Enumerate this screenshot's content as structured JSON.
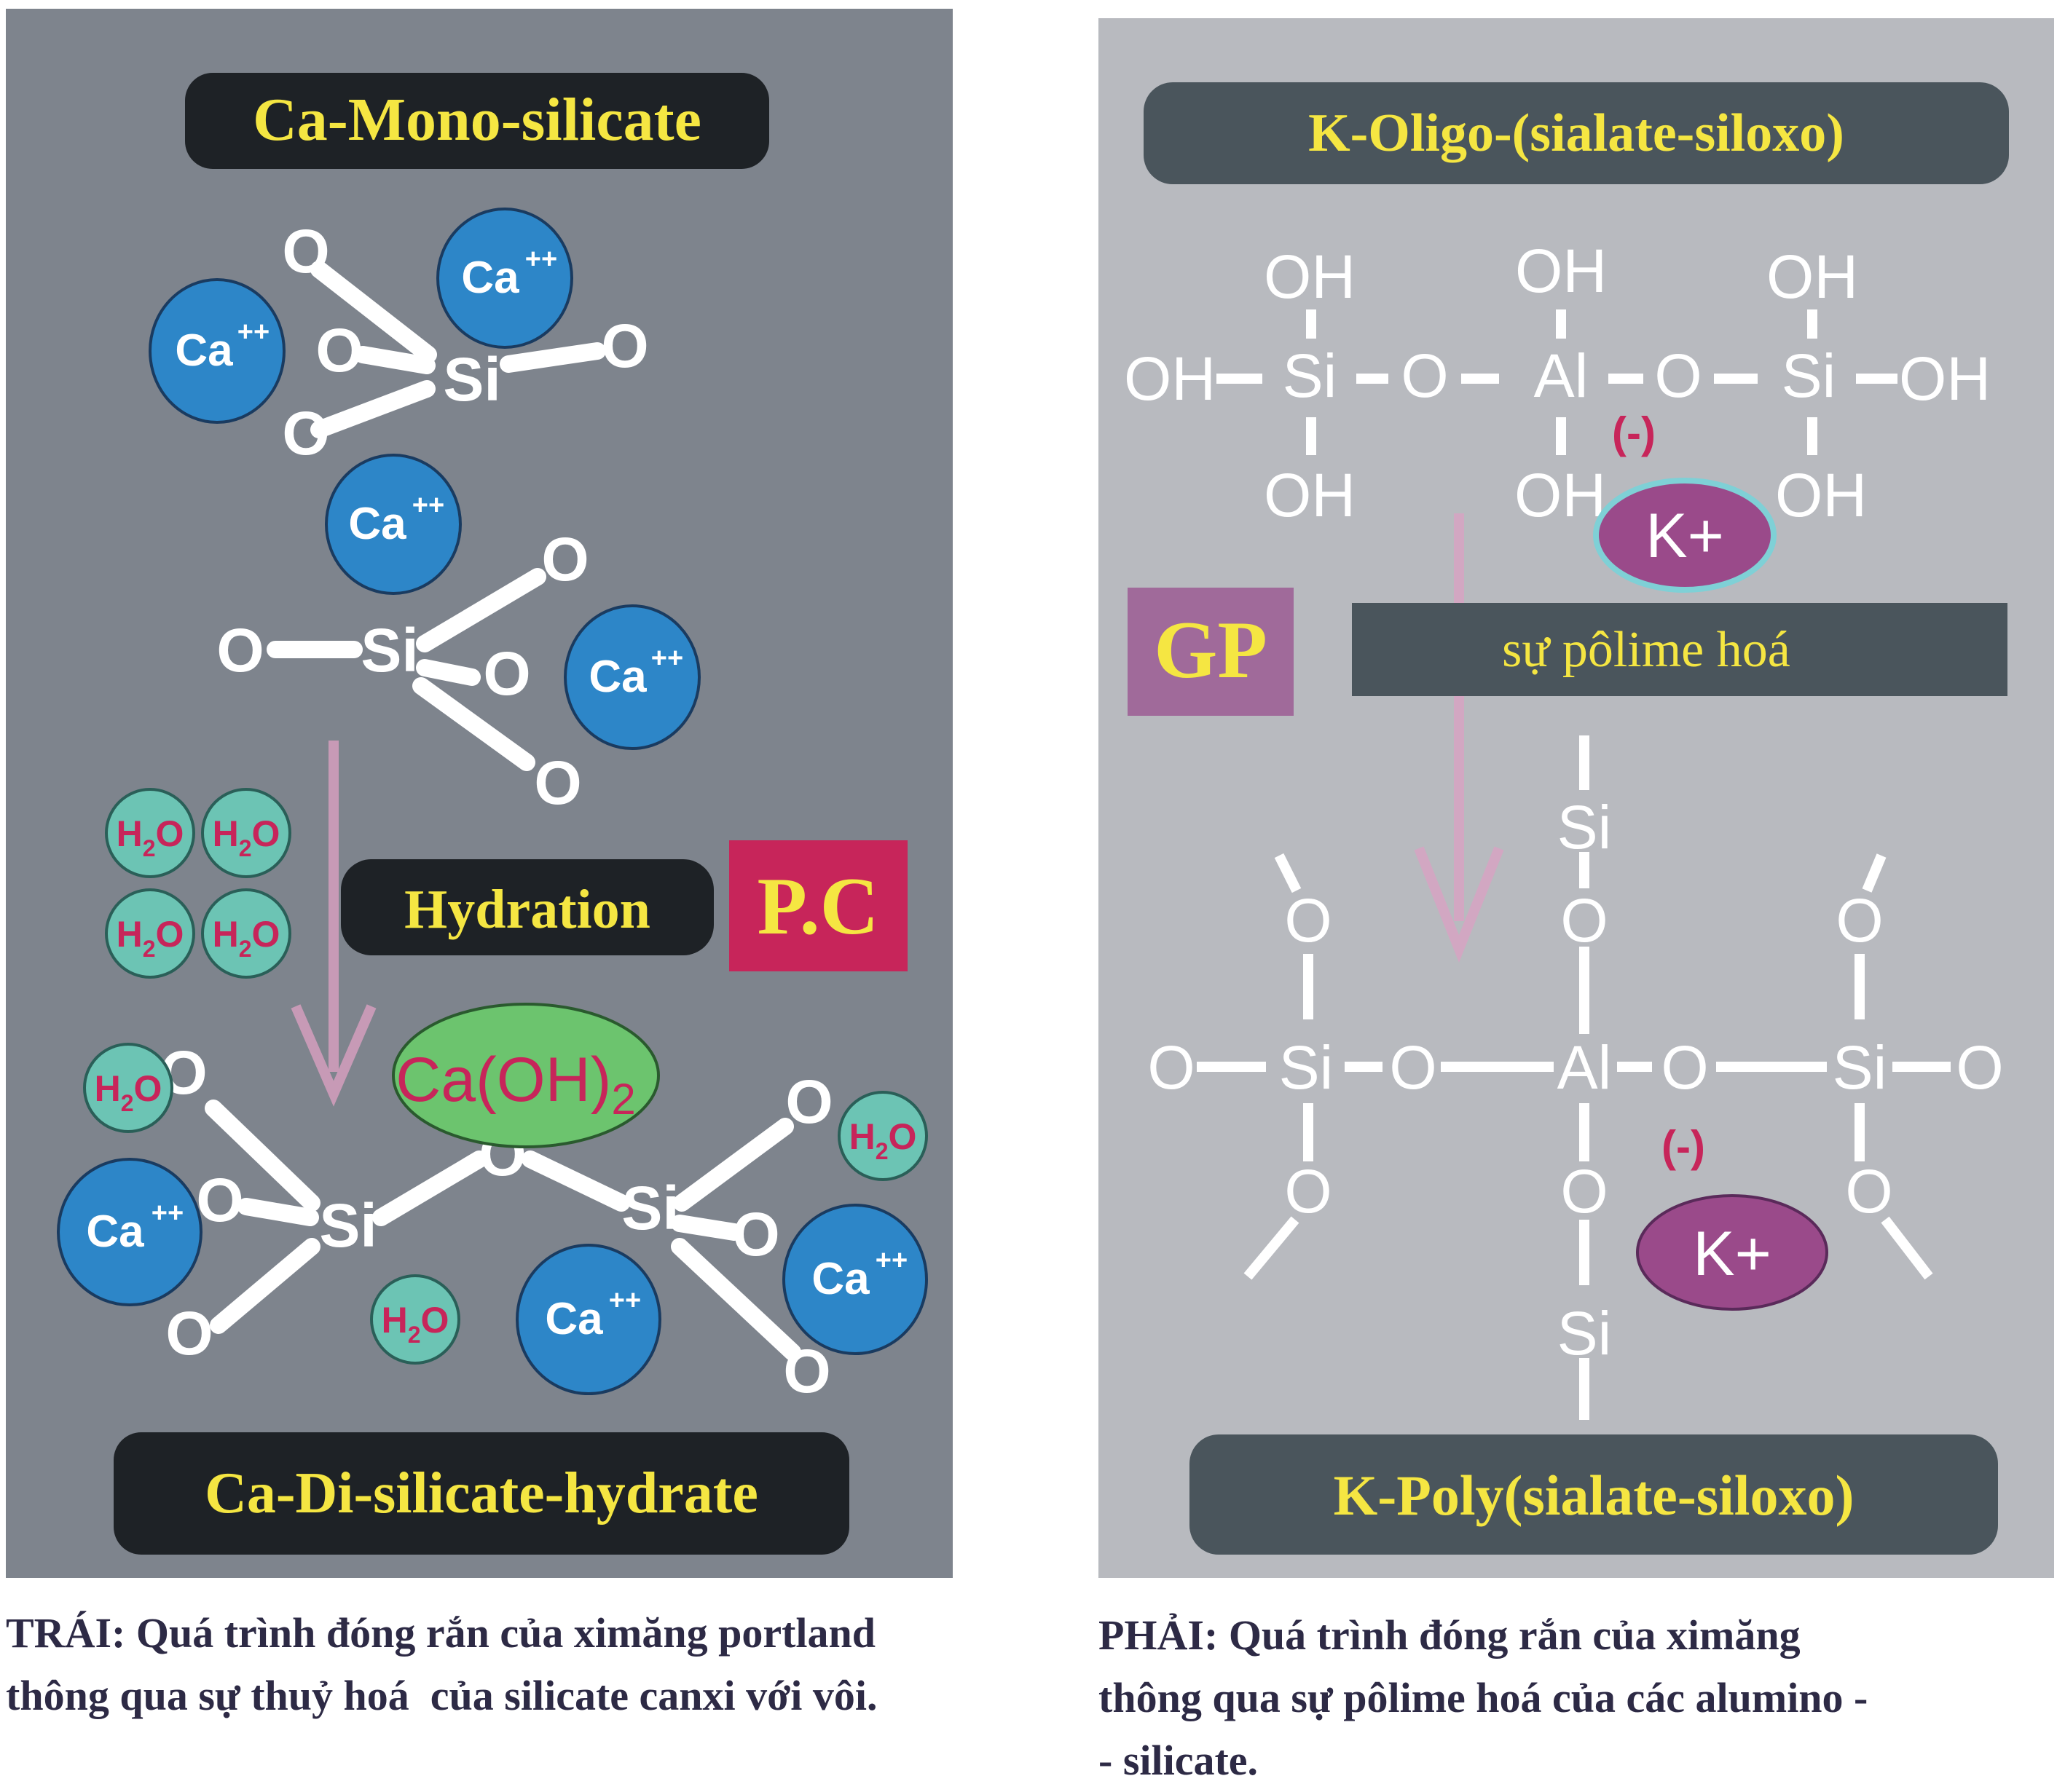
{
  "left_panel": {
    "title": "Ca-Mono-silicate",
    "ion_ca": "Ca",
    "ion_ca_charge": "++",
    "atom_o": "O",
    "atom_si": "Si",
    "water_h": "H",
    "water_sub": "2",
    "water_o": "O",
    "process_label": "Hydration",
    "badge": "P.C",
    "product_caoh2_main": "Ca(OH)",
    "product_caoh2_sub": "2",
    "result_title": "Ca-Di-silicate-hydrate"
  },
  "right_panel": {
    "title": "K-Oligo-(sialate-siloxo)",
    "oh": "OH",
    "si": "Si",
    "al": "Al",
    "o": "O",
    "charge_neg": "(-)",
    "k_ion": "K+",
    "badge": "GP",
    "process_label": "sự pôlime hoá",
    "result_title": "K-Poly(sialate-siloxo)"
  },
  "captions": {
    "left_line1": "TRÁI: Quá trình đóng rắn của ximăng portland",
    "left_line2": "thông qua sự thuỷ hoá  của silicate canxi với vôi.",
    "right_line1": "PHẢI: Quá trình đóng rắn của ximăng",
    "right_line2": "thông qua sự pôlime hoá của các alumino -",
    "right_line3": "- silicate."
  },
  "colors": {
    "left_bg": "#7e848d",
    "right_bg": "#b8babf",
    "dark_box": "#1e2226",
    "right_dark_box": "#4a555c",
    "yellow_text": "#f5e642",
    "ca_blue": "#2d86c8",
    "water_teal": "#6cc4b4",
    "magenta": "#c7255a",
    "caoh2_green": "#6cc46e",
    "k_purple": "#9a4a8a",
    "gp_box": "#a06a9a",
    "arrow_pink": "#c79ab6",
    "caption_text": "#2d2a45"
  }
}
